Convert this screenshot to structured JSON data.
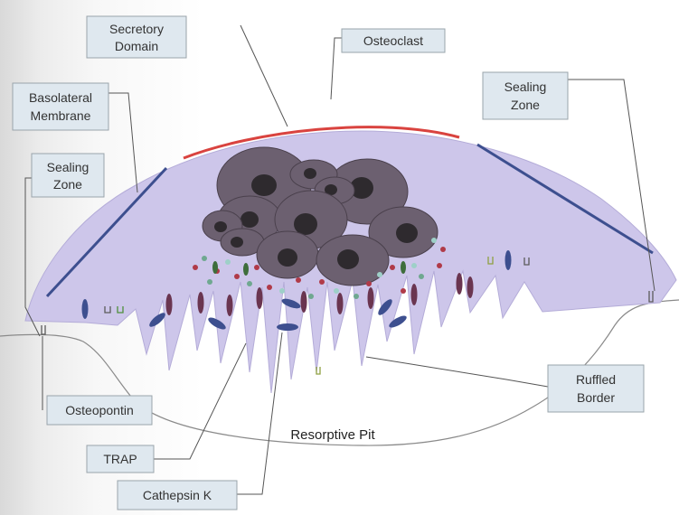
{
  "labels": {
    "secretory_domain": [
      "Secretory",
      "Domain"
    ],
    "osteoclast": "Osteoclast",
    "basolateral_membrane": [
      "Basolateral",
      "Membrane"
    ],
    "sealing_zone_left": [
      "Sealing",
      "Zone"
    ],
    "sealing_zone_right": [
      "Sealing",
      "Zone"
    ],
    "osteopontin": "Osteopontin",
    "trap": "TRAP",
    "cathepsin_k": "Cathepsin K",
    "ruffled_border": [
      "Ruffled",
      "Border"
    ],
    "resorptive_pit": "Resorptive Pit"
  },
  "colors": {
    "cell_fill": "#cdc6ea",
    "nucleus_fill": "#6c6070",
    "nucleolus_fill": "#2e2a2e",
    "secretory_line": "#d9433f",
    "sealing_line": "#3d4f8f",
    "label_box": "#dfe8ef"
  }
}
